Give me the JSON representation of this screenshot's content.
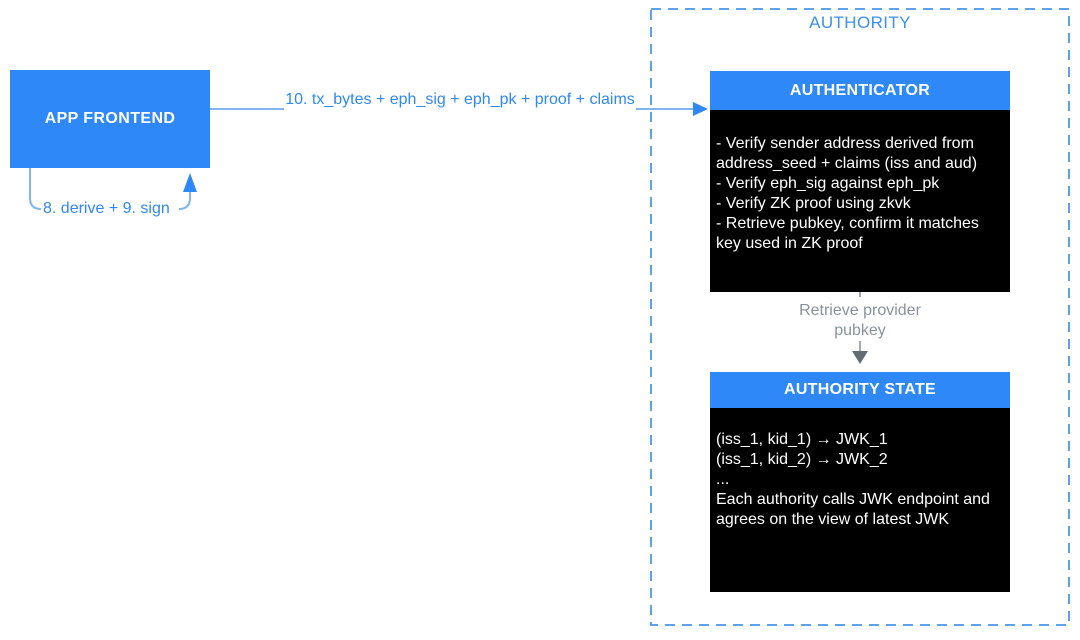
{
  "colors": {
    "accent_blue": "#2f88f7",
    "group_title_blue": "#3b90f2",
    "dashed_border_blue": "#5fa2ec",
    "light_blue_line": "#82b4f0",
    "gray_text": "#8a929b",
    "gray_line": "#a3a9af",
    "gray_arrowhead": "#646c73",
    "box_black": "#000000",
    "box_text_white": "#ffffff"
  },
  "nodes": {
    "app_frontend": {
      "title": "APP FRONTEND"
    },
    "authenticator": {
      "title": "AUTHENTICATOR",
      "body": "- Verify sender address derived from address_seed + claims (iss and aud)\n- Verify eph_sig against eph_pk\n- Verify ZK proof using zkvk\n- Retrieve pubkey, confirm it matches key used in ZK proof"
    },
    "authority_state": {
      "title": "AUTHORITY STATE",
      "body": "(iss_1, kid_1) → JWK_1\n(iss_1, kid_2) → JWK_2\n...\nEach authority calls JWK endpoint and agrees on the view of latest JWK"
    }
  },
  "groups": {
    "authority": {
      "title": "AUTHORITY"
    }
  },
  "edges": {
    "submit_tx": {
      "label": "10. tx_bytes + eph_sig + eph_pk + proof + claims"
    },
    "derive_sign": {
      "label": "8. derive + 9. sign"
    },
    "retrieve_pubkey": {
      "label": "Retrieve provider pubkey"
    }
  }
}
